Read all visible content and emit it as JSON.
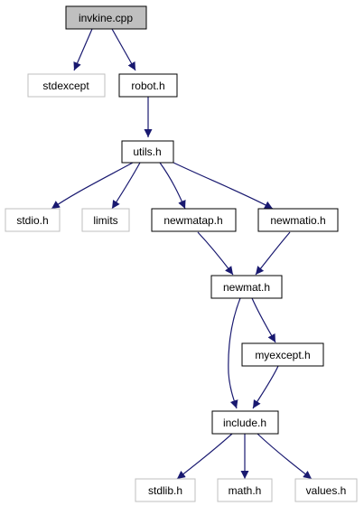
{
  "colors": {
    "edge": "#191970",
    "node_border": "#000000",
    "external_border": "#bfbfbf",
    "root_fill": "#bfbfbf",
    "node_fill": "#ffffff"
  },
  "nodes": {
    "invkine": {
      "label": "invkine.cpp",
      "kind": "root"
    },
    "stdexcept": {
      "label": "stdexcept",
      "kind": "external"
    },
    "robot_h": {
      "label": "robot.h",
      "kind": "internal"
    },
    "utils_h": {
      "label": "utils.h",
      "kind": "internal"
    },
    "stdio_h": {
      "label": "stdio.h",
      "kind": "external"
    },
    "limits": {
      "label": "limits",
      "kind": "external"
    },
    "newmatap_h": {
      "label": "newmatap.h",
      "kind": "internal"
    },
    "newmatio_h": {
      "label": "newmatio.h",
      "kind": "internal"
    },
    "newmat_h": {
      "label": "newmat.h",
      "kind": "internal"
    },
    "myexcept_h": {
      "label": "myexcept.h",
      "kind": "internal"
    },
    "include_h": {
      "label": "include.h",
      "kind": "internal"
    },
    "stdlib_h": {
      "label": "stdlib.h",
      "kind": "external"
    },
    "math_h": {
      "label": "math.h",
      "kind": "external"
    },
    "values_h": {
      "label": "values.h",
      "kind": "external"
    }
  },
  "edges": [
    [
      "invkine",
      "stdexcept"
    ],
    [
      "invkine",
      "robot_h"
    ],
    [
      "robot_h",
      "utils_h"
    ],
    [
      "utils_h",
      "stdio_h"
    ],
    [
      "utils_h",
      "limits"
    ],
    [
      "utils_h",
      "newmatap_h"
    ],
    [
      "utils_h",
      "newmatio_h"
    ],
    [
      "newmatap_h",
      "newmat_h"
    ],
    [
      "newmatio_h",
      "newmat_h"
    ],
    [
      "newmat_h",
      "myexcept_h"
    ],
    [
      "newmat_h",
      "include_h"
    ],
    [
      "myexcept_h",
      "include_h"
    ],
    [
      "include_h",
      "stdlib_h"
    ],
    [
      "include_h",
      "math_h"
    ],
    [
      "include_h",
      "values_h"
    ]
  ]
}
